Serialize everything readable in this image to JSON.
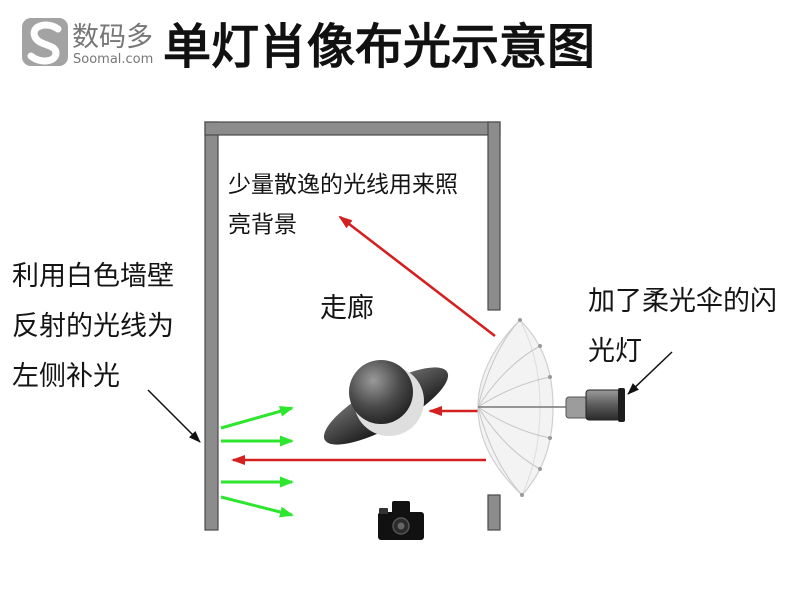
{
  "logo": {
    "name_cn": "数码多",
    "domain": "Soomal.com",
    "icon": "soomal-s-logo-icon"
  },
  "title": "单灯肖像布光示意图",
  "annotations": {
    "background_light": {
      "lines": [
        "少量散逸的光线用来照",
        "亮背景"
      ]
    },
    "corridor": "走廊",
    "wall_fill": {
      "lines": [
        "利用白色墙壁",
        "反射的光线为",
        "左侧补光"
      ]
    },
    "flash": {
      "lines": [
        "加了柔光伞的闪",
        "光灯"
      ]
    }
  },
  "icons": {
    "subject": "person-top-view-icon",
    "umbrella": "shoot-through-umbrella-icon",
    "flash": "flash-head-icon",
    "camera": "camera-icon"
  },
  "colors": {
    "wall": "#8c8c8c",
    "key_light": "#d42020",
    "fill_light": "#2ee62e",
    "logo": "#a3a3a3",
    "logo_text": "#777777"
  }
}
